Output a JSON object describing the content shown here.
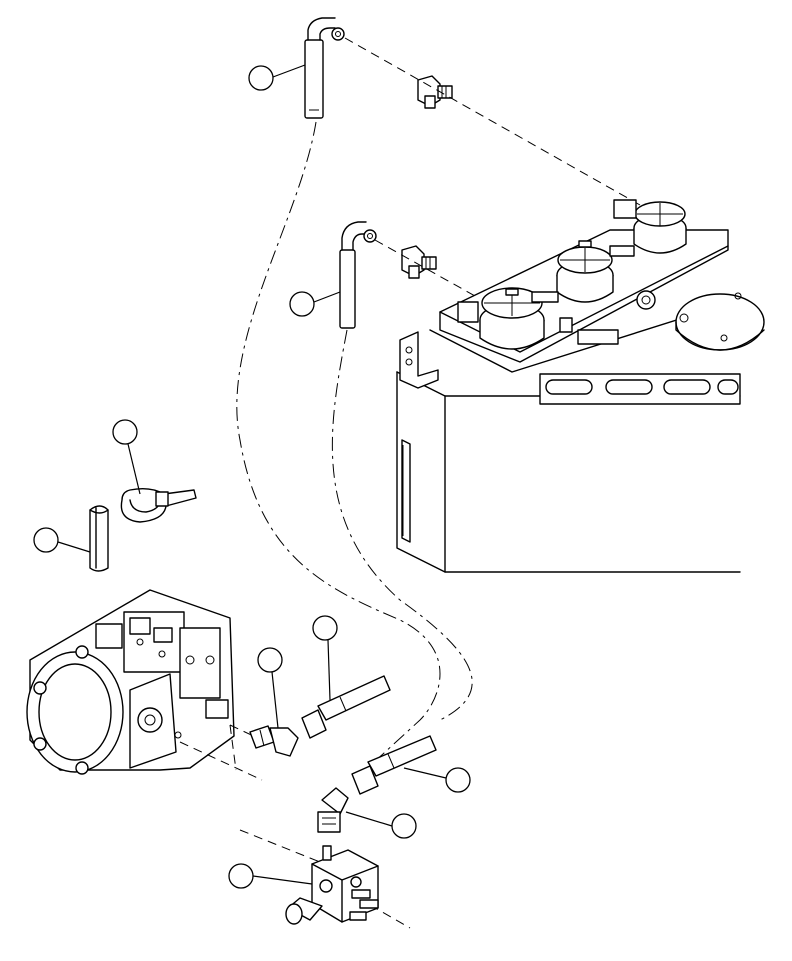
{
  "diagram": {
    "callouts": [
      {
        "id": "c1",
        "label": ""
      },
      {
        "id": "c2",
        "label": ""
      },
      {
        "id": "c3",
        "label": ""
      },
      {
        "id": "c4",
        "label": ""
      },
      {
        "id": "c5",
        "label": ""
      },
      {
        "id": "c6",
        "label": ""
      },
      {
        "id": "c7",
        "label": ""
      },
      {
        "id": "c8",
        "label": ""
      },
      {
        "id": "c9",
        "label": ""
      }
    ]
  }
}
